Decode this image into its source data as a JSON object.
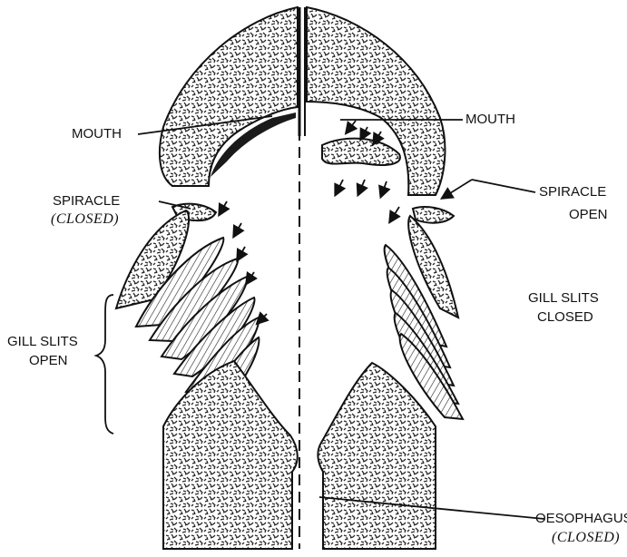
{
  "labels": {
    "mouth_left": "MOUTH",
    "mouth_right": "MOUTH",
    "spiracle_left": "SPIRACLE",
    "spiracle_left_state": "(CLOSED)",
    "spiracle_right_line1": "SPIRACLE",
    "spiracle_right_line2": "OPEN",
    "gill_left_line1": "GILL SLITS",
    "gill_left_line2": "OPEN",
    "gill_right_line1": "GILL SLITS",
    "gill_right_line2": "CLOSED",
    "oesophagus": "OESOPHAGUS",
    "oesophagus_state": "(CLOSED)"
  },
  "colors": {
    "ink": "#111111",
    "stipple_fill": "#6b6b6b",
    "background": "#ffffff"
  }
}
